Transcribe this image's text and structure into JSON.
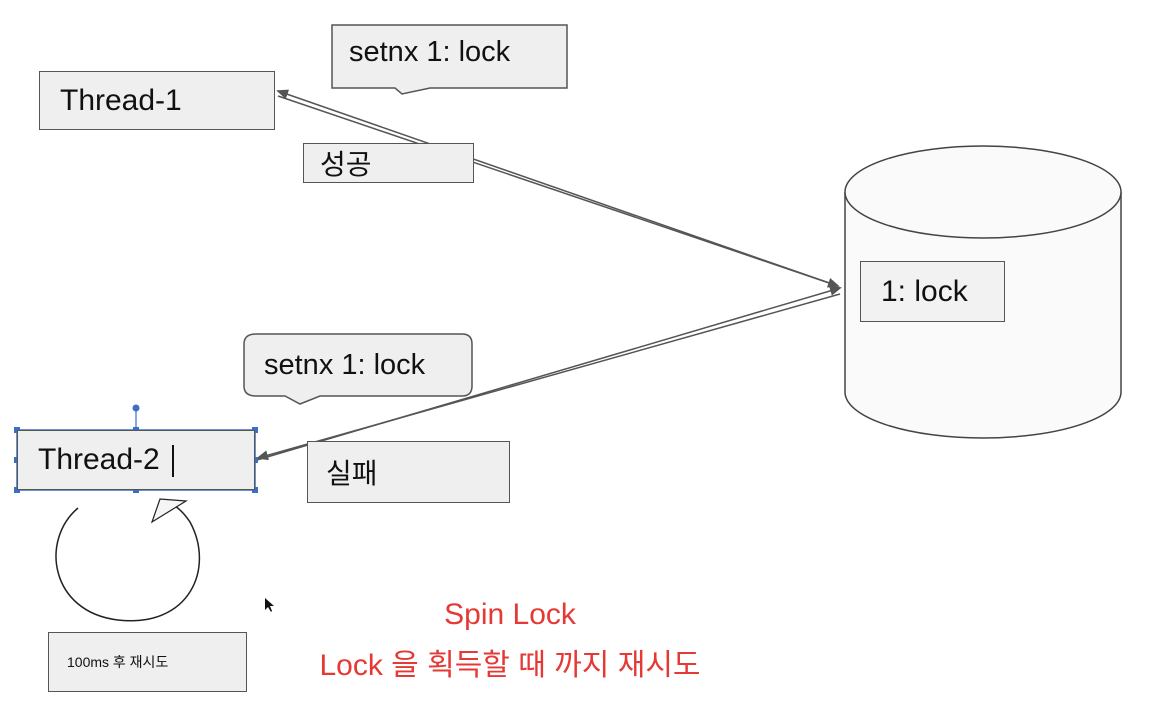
{
  "diagram": {
    "thread1": "Thread-1",
    "thread2": "Thread-2",
    "request1": "setnx 1: lock",
    "request2": "setnx 1: lock",
    "success": "성공",
    "failure": "실패",
    "db_entry": "1: lock",
    "retry_note": "100ms 후 재시도",
    "caption_title": "Spin Lock",
    "caption_desc": "Lock 을 획득할 때 까지 재시도"
  },
  "colors": {
    "caption": "#e53935",
    "box_fill": "#efefef",
    "selection": "#3b6fc4"
  }
}
